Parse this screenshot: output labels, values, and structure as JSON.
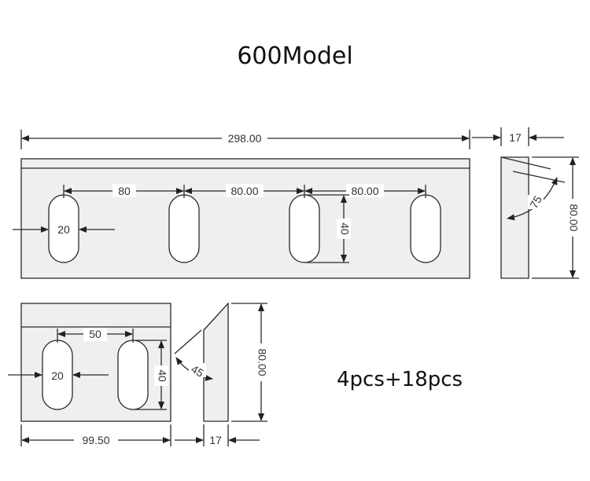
{
  "title": "600Model",
  "quantity": "4pcs+18pcs",
  "dimensions": {
    "top_length": "298.00",
    "top_spacing_1": "80",
    "top_spacing_2": "80.00",
    "top_spacing_3": "80.00",
    "top_slot_width": "20",
    "top_slot_height": "40",
    "side_thickness": "17",
    "side_height": "80.00",
    "side_angle": "75",
    "small_spacing": "50",
    "small_slot_width": "20",
    "small_slot_height": "40",
    "small_length": "99.50",
    "small_thickness": "17",
    "small_height": "80.00",
    "small_angle": "45"
  }
}
